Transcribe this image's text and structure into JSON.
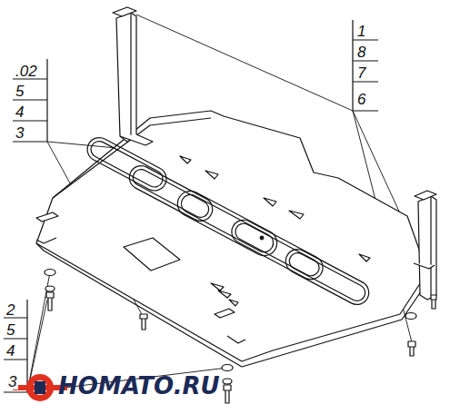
{
  "diagram": {
    "labels": [
      ".02",
      "5",
      "4",
      "3",
      "1",
      "8",
      "7",
      "6",
      "2",
      "5",
      "4",
      "3",
      "HOMATO.RU"
    ]
  }
}
